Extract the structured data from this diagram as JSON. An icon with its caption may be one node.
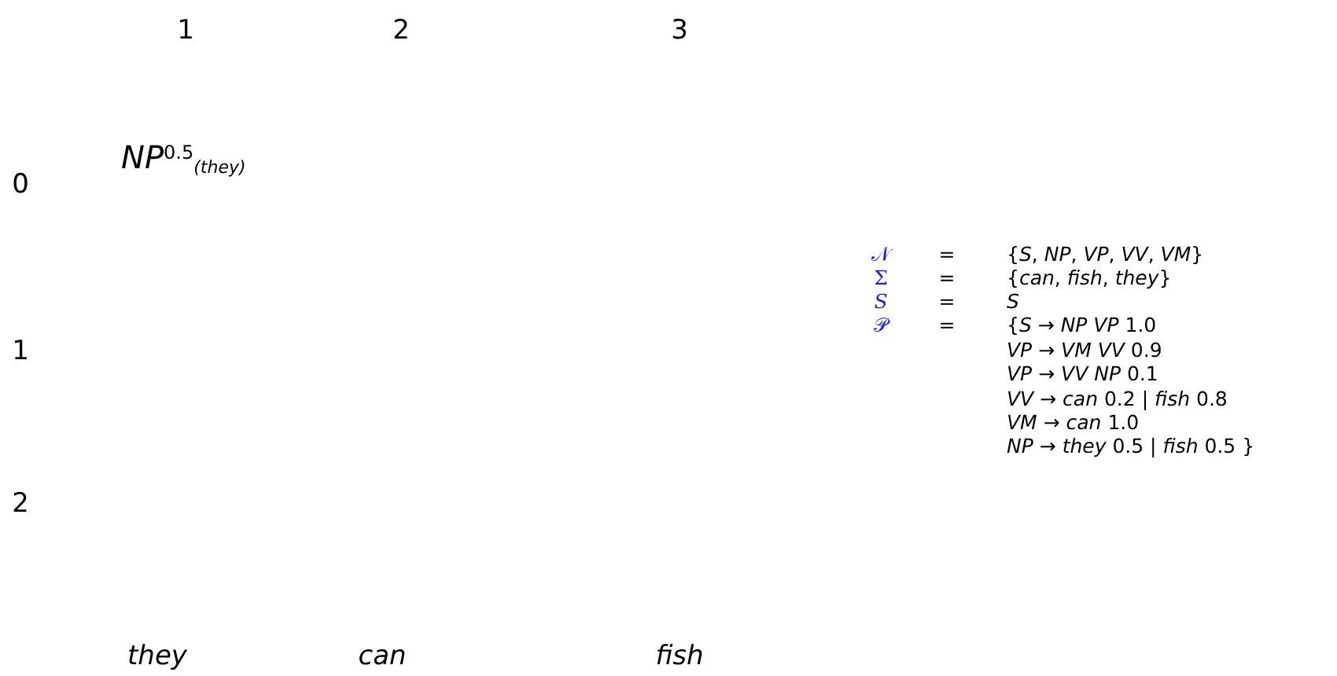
{
  "diagram": {
    "labels": [
      "1",
      "2",
      "3",
      "0",
      "*NP*$^{0.5}$$_{(they)}$",
      "1",
      "2",
      "𝒩",
      "=",
      "{*S*, *NP*, *VP*, *VV*, *VM*}",
      "Σ",
      "=",
      "{*can*, *fish*, *they*}",
      "S",
      "=",
      "S",
      "𝒫",
      "=",
      "{*S* → *NP VP* 1.0",
      "*VP* → *VM VV* 0.9",
      "*VP* → *VV NP* 0.1",
      "*VV* → *can* 0.2 | *fish* 0.8",
      "*VM* → *can* 1.0",
      "*NP* → *they* 0.5 | *fish* 0.5 }",
      "they",
      "can",
      "fish"
    ]
  }
}
